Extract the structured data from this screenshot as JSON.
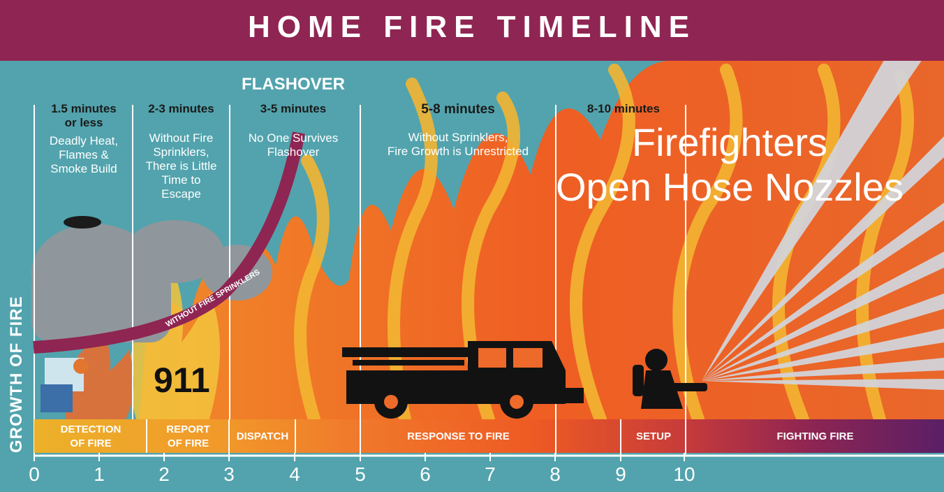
{
  "title": "HOME FIRE TIMELINE",
  "flashover_label": "FLASHOVER",
  "curve_label": "WITHOUT FIRE SPRINKLERS",
  "y_axis_label": "GROWTH OF FIRE",
  "call_911": "911",
  "firefighters_line1": "Firefighters",
  "firefighters_line2": "Open Hose Nozzles",
  "phases": [
    {
      "time_line1": "1.5 minutes",
      "time_line2": "or less",
      "desc": [
        "Deadly Heat,",
        "Flames &",
        "Smoke Build"
      ]
    },
    {
      "time_line1": "2-3 minutes",
      "desc": [
        "Without Fire",
        "Sprinklers,",
        "There is Little",
        "Time to",
        "Escape"
      ]
    },
    {
      "time_line1": "3-5 minutes",
      "desc": [
        "No One Survives",
        "Flashover"
      ]
    },
    {
      "time_line1": "5-8 minutes",
      "desc": [
        "Without Sprinklers,",
        "Fire Growth is Unrestricted"
      ]
    },
    {
      "time_line1": "8-10 minutes"
    }
  ],
  "stages": [
    {
      "line1": "DETECTION",
      "line2": "OF FIRE"
    },
    {
      "line1": "REPORT",
      "line2": "OF FIRE"
    },
    {
      "line1": "DISPATCH"
    },
    {
      "line1": "RESPONSE TO FIRE"
    },
    {
      "line1": "SETUP"
    },
    {
      "line1": "FIGHTING FIRE"
    }
  ],
  "x_ticks": [
    "0",
    "1",
    "2",
    "3",
    "4",
    "5",
    "6",
    "7",
    "8",
    "9",
    "10"
  ],
  "colors": {
    "banner": "#8f2552",
    "background": "#52a3ad",
    "fire_orange": "#ee6a2a",
    "flame_yellow": "#f3b532",
    "curve": "#8f2552",
    "smoke": "#8f979c",
    "fighting_bar": "#5a1f66"
  }
}
